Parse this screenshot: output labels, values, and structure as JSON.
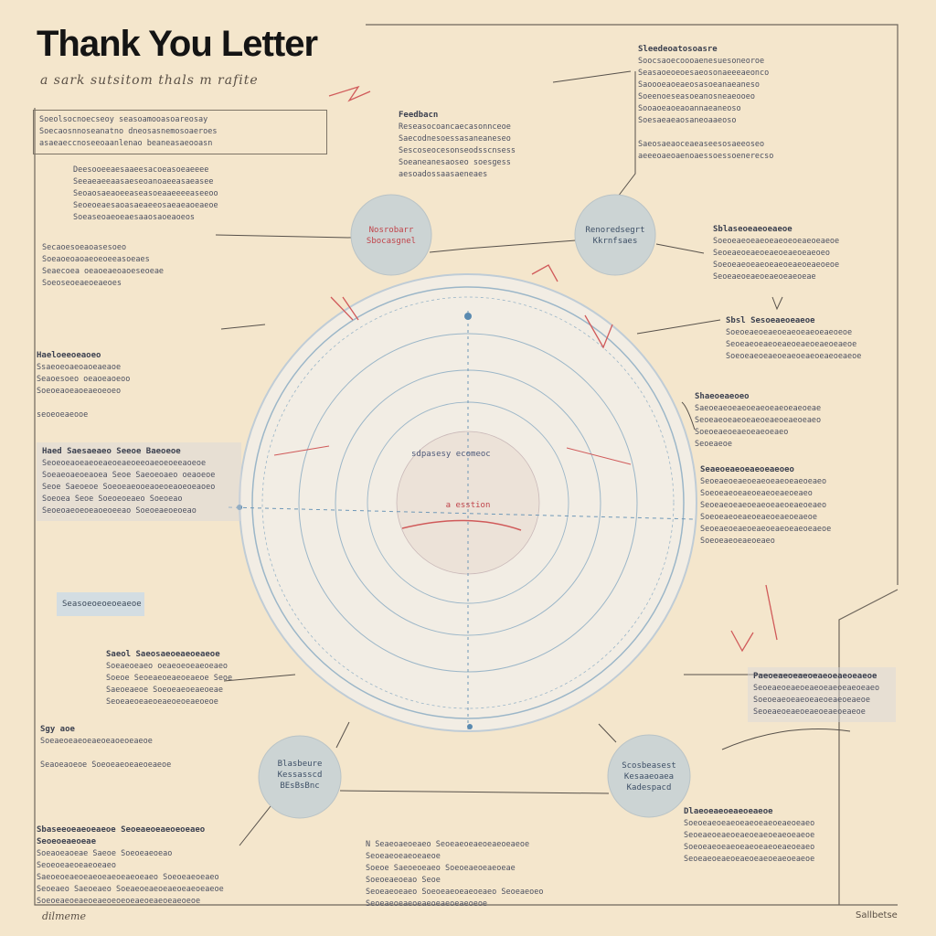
{
  "title": "Thank You  Letter",
  "subtitle": "a sark sutsitom thals m rafite",
  "footer_left": "dilmeme",
  "footer_right": "Sallbetse",
  "colors": {
    "background": "#f4e6cc",
    "node_fill": "#ccd4d4",
    "ring_stroke": "#9bb6c8",
    "accent_red": "#d05a5a",
    "accent_blue": "#5a8ab0"
  },
  "nodes": {
    "top_left": [
      "Nosrobarr",
      "Sbocasgnel"
    ],
    "top_right": [
      "Renoredsegrt",
      "Kkrnfsaes"
    ],
    "bottom_left": [
      "Blasbeure",
      "Kessasscd",
      "BEsBsBnc"
    ],
    "bottom_right": [
      "Scosbeasest",
      "Kesaaeoaea",
      "Kadespacd"
    ],
    "core": "a esstion",
    "ring_label": "sdpasesy ecomeoc"
  },
  "blocks": [
    {
      "id": "top-left-box",
      "heading": "",
      "lines": [
        "Soeolsocnoecseoy seasoamooasoareosay",
        "Soecaosnnoseanatno dneosasnemosoaeroes",
        "asaeaeccnoseeoaanlenao beaneasaeooasn"
      ]
    },
    {
      "id": "top-center",
      "heading": "Feedbacn",
      "lines": [
        "Reseasocoancaecasonnceoe",
        "Saecodnesoessasaneaneseo",
        "Sescoseocesonseodsscnsess",
        "Soeaneanesaoseo soesgess",
        "aesoadossaasaeneaes"
      ]
    },
    {
      "id": "top-right",
      "heading": "Sleedeoatosoasre",
      "lines": [
        "Soocsaoecoooaenesuesoneoroe",
        "Seasaoeoeoesaeosonaeeeaeonco",
        "Saoooeaoeaeosasoeanaeaneso",
        "Soeenoeseasoeanosneaeooeo",
        "Sooaoeaoeaoannaeaneoso",
        "Soesaeaeaosaneoaaeoso",
        "",
        "Saeosaeaoceaeaseesosaeeoseo",
        "aeeeoaeoaenoaessoessoenerecso"
      ]
    },
    {
      "id": "left-1",
      "heading": "",
      "lines": [
        "Deesooeeaesaaeesacoeasoeaeeee",
        "Seeaeaeeaasaeseoanoaeeasaeasee",
        "Seoaosaeaoeeaseasoeaaeeeeaseeoo",
        "Seoeoeaesaoasaeaeeosaeaeaoeaeoe",
        "Soeaseoaeoeaesaaosaoeaoeos"
      ]
    },
    {
      "id": "left-2",
      "heading": "",
      "lines": [
        "Secaoesoeaoasesoeo",
        "Soeaoeoaoaeoeoeeasoeaes",
        "Seaecoea oeaoeaeoaoeseoeae",
        "Soeoseoeaeoeaeoes"
      ]
    },
    {
      "id": "left-3",
      "heading": "Haeloeeoeaoeo",
      "lines": [
        "Ssaeoeoaeoaoeaeaoe",
        "Seaoesoeo oeaoeaoeoo",
        "Soeoeaoeaoeaeoeoeo",
        "",
        "seoeoeaeooe"
      ]
    },
    {
      "id": "left-4",
      "heading": "Haed Saesaeaeo Seeoe Baeoeoe",
      "lines": [
        "Seoeoeaoeaeoeaeoeaeoeeoaeoeoeeaoeoe",
        "Soeaeoaeoeaoea Seoe Saeoeoaeo oeaoeoe",
        "Seoe Saeoeoe Soeoeaeooeaoeoeaoeoeaoeo",
        "Soeoea Seoe Soeoeoeaeo Soeoeao",
        "Seoeoaeoeoeaoeoeeao Soeoeaeoeoeao"
      ]
    },
    {
      "id": "left-tag",
      "heading": "",
      "lines": [
        "Seasoeoeoeoeaeoe"
      ]
    },
    {
      "id": "left-5",
      "heading": "Saeol Saeosaeoeaeoeaeoe",
      "lines": [
        "Soeaeoeaeo oeaeoeoeaeoeaeo",
        "Soeoe Seoeaeoeaeoeaeoe Seoe",
        "Saeoeaeoe Soeoeaeoeaeoeae",
        "Seoeaeoeaeoeaeoeoeaeoeoe"
      ]
    },
    {
      "id": "left-6",
      "heading": "Sgy aoe",
      "lines": [
        "Soeaeoeaeoeaeoeaoeoeaeoe",
        "",
        "Seaoeaoeoe Soeoeaeoeaeoeaeoe"
      ]
    },
    {
      "id": "bottom-left",
      "heading": "Sbaseeoeaeoeaeoe Seoeaeoeaeoeoeaeo Seoeoeaeoeae",
      "lines": [
        "Soeaoeaoeae Saeoe Soeoeaeoeao Seoeoeaeoeaeoeaeo",
        "Saeoeoeaeoeaeoeaeoeaeoeaeo Soeoeaeoeaeo",
        "Seoeaeo Saeoeaeo Soeaeoeaeoeaeoeaeoeaeoe",
        "Soeoeaeoeaeoeaeoeoeoeaeoeaeoeaeoeoe"
      ]
    },
    {
      "id": "bottom-center",
      "heading": "",
      "lines": [
        "N Seaeoaeoeaeo Seoeaeoeaeoeaeoeaeoe Seoeaeoeaeoeaeoe",
        "Soeoe Saeoeoeaeo Soeoeaeoeaeoeae Soeoeaeoeao Seoe",
        "Seoeaeoeaeo Soeoeaeoeaeoeaeo Seoeaeoeo",
        "Seoeaeoeaeoeaeoeaeoeaeoeoe"
      ]
    },
    {
      "id": "right-1",
      "heading": "Sblaseoeaeoeaeoe",
      "lines": [
        "Soeoeaeoeaeoeaeoeoeaeoeaeoe",
        "Seoeaeoeaeoeaeoeaeoeaeoeo",
        "Soeoeaeoeaeoeaeoeaeoeaeoeoe",
        "Seoeaeoeaeoeaeoeaeoeae"
      ]
    },
    {
      "id": "right-2",
      "heading": "Sbsl Sesoeaeoeaeoe",
      "lines": [
        "Soeoeaeoeaeoeaeoeaeoeaeoeoe",
        "Seoeaeoeaeoeaeoeaeoeaeoeaeoe",
        "Soeoeaeoeaeoeaeoeaeoeaeoeaeoe"
      ]
    },
    {
      "id": "right-3",
      "heading": "Shaeoeaeoeo",
      "lines": [
        "Saeoeaeoeaeoeaeoeaeoeaeoeae",
        "Seoeaeoeaeoeaeoeaeoeaeoeaeo",
        "Soeoeaeoeaeoeaeoeaeo",
        "Seoeaeoe"
      ]
    },
    {
      "id": "right-4",
      "heading": "Seaeoeaeoeaeoeaeoeo",
      "lines": [
        "Seoeaeoeaeoeaeoeaeoeaeoeaeo",
        "Soeoeaeoeaeoeaeoeaeoeaeo",
        "Seoeaeoeaeoeaeoeaeoeaeoeaeo",
        "Soeoeaeoeaeoeaeoeaeoeaeoe",
        "Seoeaeoeaeoeaeoeaeoeaeoeaeoe",
        "Soeoeaeoeaeoeaeo"
      ]
    },
    {
      "id": "right-5",
      "heading": "Paeoeaeoeaeoeaeoeaeoeaeoe",
      "lines": [
        "Seoeaeoeaeoeaeoeaeoeaeoeaeo",
        "Soeoeaeoeaeoeaeoeaeoeaeoe",
        "Seoeaeoeaeoeaeoeaeoeaeoe"
      ]
    },
    {
      "id": "right-6",
      "heading": "Dlaeoeaeoeaeoeaeoe",
      "lines": [
        "Soeoeaeoeaeoeaeoeaeoeaeoeaeo",
        "Seoeaeoeaeoeaeoeaeoeaeoeaeoe",
        "Soeoeaeoeaeoeaeoeaeoeaeoeaeo",
        "Seoeaeoeaeoeaeoeaeoeaeoeaeoe"
      ]
    }
  ]
}
